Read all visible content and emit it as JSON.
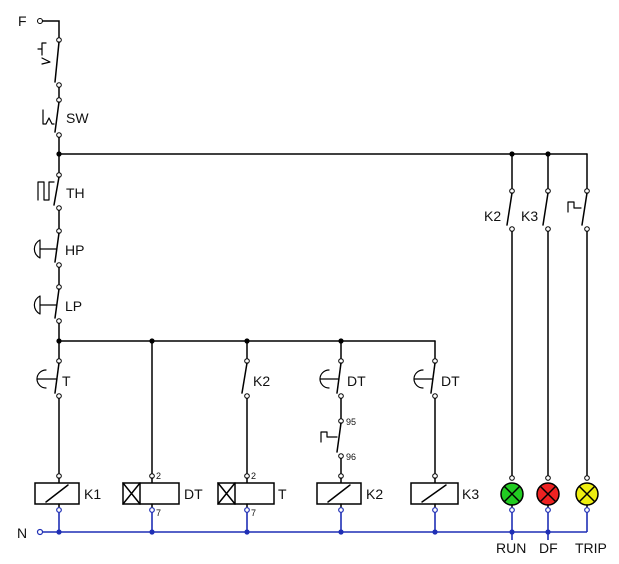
{
  "terminals": {
    "phase": "F",
    "neutral": "N"
  },
  "contacts": {
    "sw": "SW",
    "th": "TH",
    "hp": "HP",
    "lp": "LP",
    "t": "T",
    "k2": "K2",
    "dt1": "DT",
    "dt2": "DT",
    "k2_lamp": "K2",
    "k3_lamp": "K3"
  },
  "coils": {
    "k1": "K1",
    "dt": "DT",
    "t": "T",
    "k2": "K2",
    "k3": "K3"
  },
  "pins": {
    "dt_top": "2",
    "dt_bottom": "7",
    "t_top": "2",
    "t_bottom": "7",
    "ol_top": "95",
    "ol_bottom": "96"
  },
  "lamps": [
    {
      "label": "RUN",
      "color": "#22cc22"
    },
    {
      "label": "DF",
      "color": "#ee2222"
    },
    {
      "label": "TRIP",
      "color": "#eeee11"
    }
  ]
}
